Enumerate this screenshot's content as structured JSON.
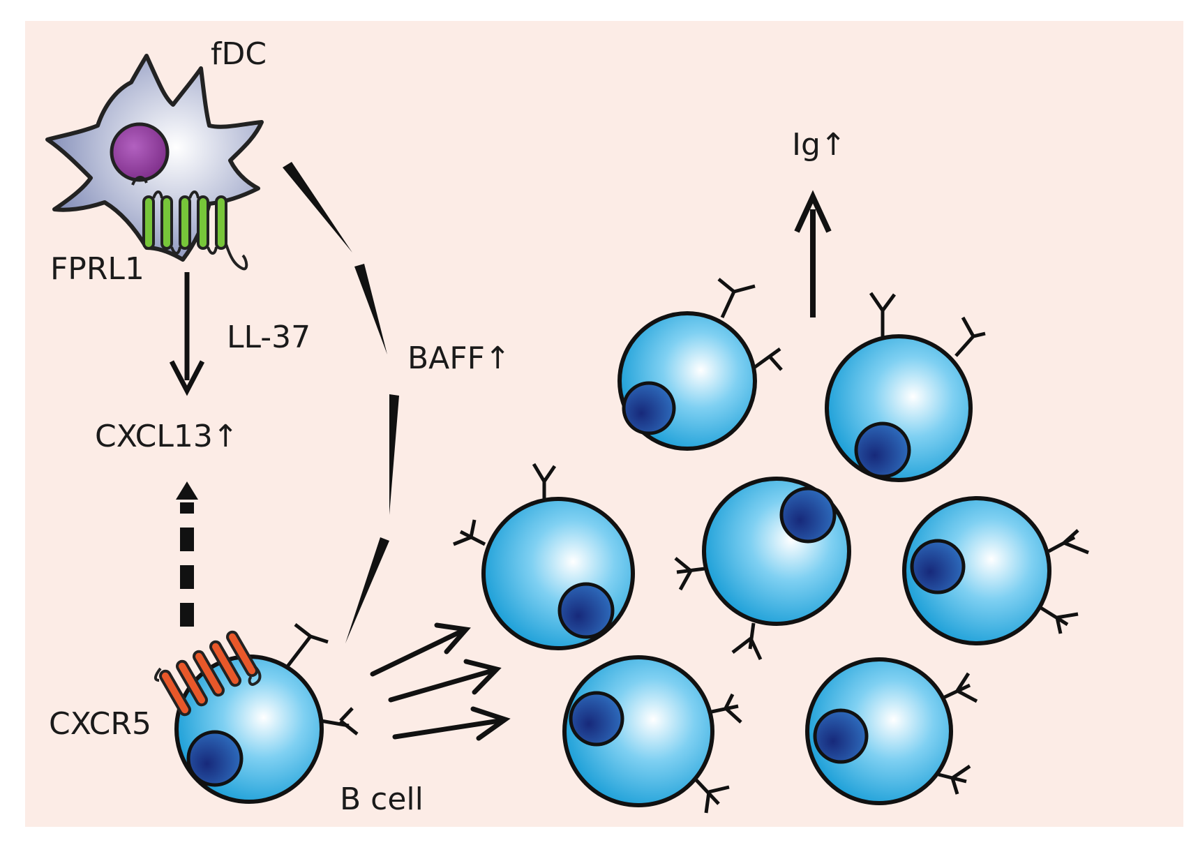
{
  "labels": {
    "fdc": "fDC",
    "fprl1": "FPRL1",
    "ll37": "LL-37",
    "cxcl13": "CXCL13↑",
    "baff": "BAFF↑",
    "ig": "Ig↑",
    "cxcr5": "CXCR5",
    "bcell": "B cell"
  },
  "colors": {
    "background": "#fcece6",
    "fdc_body": "#9aa3c6",
    "fdc_nucleus": "#8b3a94",
    "fprl1_receptor": "#77c63a",
    "cxcr5_receptor": "#e8582a",
    "bcell_body": "#29a6dc",
    "bcell_nucleus": "#1d3f8c",
    "arrow": "#111111"
  }
}
